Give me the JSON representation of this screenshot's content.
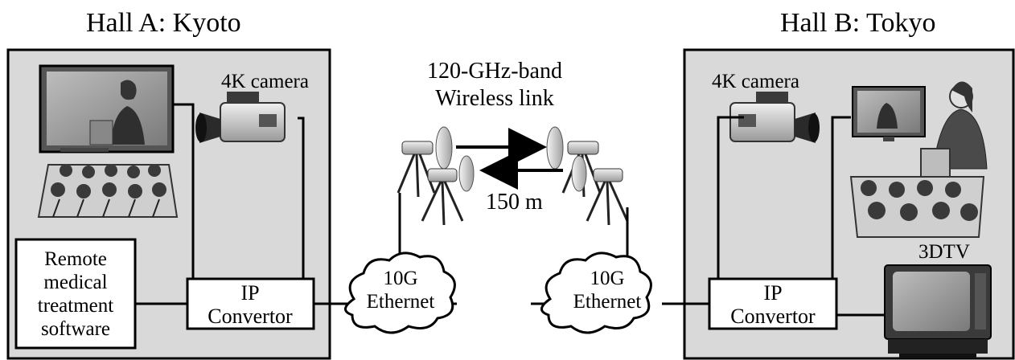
{
  "hall_a": {
    "title": "Hall A: Kyoto",
    "camera_label": "4K camera",
    "software_label": "Remote medical treatment software",
    "ip_convertor_label": "IP Convertor"
  },
  "hall_b": {
    "title": "Hall B: Tokyo",
    "camera_label": "4K camera",
    "tv_label": "3DTV",
    "ip_convertor_label": "IP Convertor"
  },
  "link": {
    "title": "120-GHz-band Wireless link",
    "distance": "150 m"
  },
  "ethernet_left": {
    "label": "10G Ethernet"
  },
  "ethernet_right": {
    "label": "10G Ethernet"
  },
  "colors": {
    "hall_fill": "#d9d9d9",
    "box_fill": "#ffffff",
    "line": "#000000"
  },
  "icons": [
    "display-screen-icon",
    "audience-icon",
    "video-camera-icon",
    "antenna-tripod-icon",
    "cloud-icon",
    "crt-tv-icon"
  ]
}
